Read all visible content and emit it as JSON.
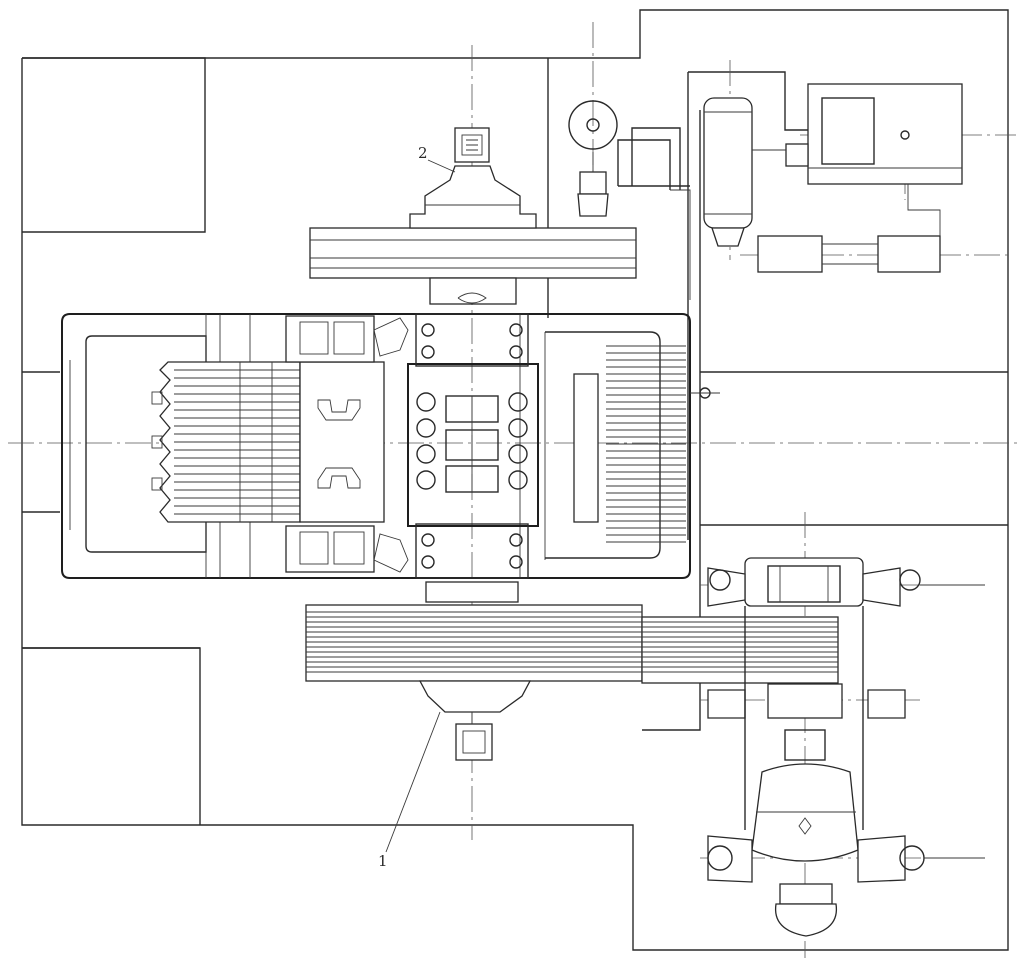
{
  "diagram": {
    "callouts": [
      {
        "id": "1",
        "text": "1"
      },
      {
        "id": "2",
        "text": "2"
      }
    ],
    "colors": {
      "ink": "#2a2a2a",
      "paper": "#ffffff"
    }
  }
}
